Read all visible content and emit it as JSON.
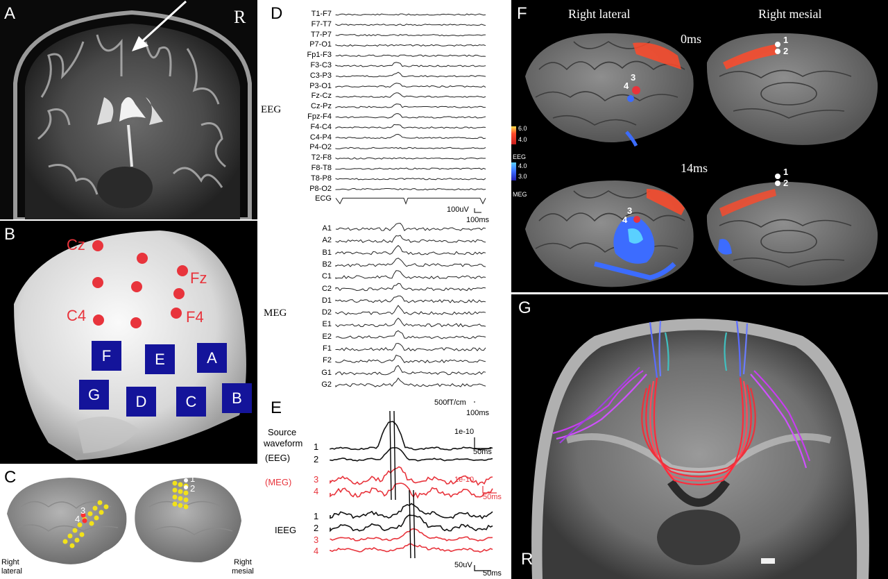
{
  "panels": {
    "A": {
      "label": "A",
      "side": "R"
    },
    "B": {
      "label": "B",
      "electrodes": [
        "Cz",
        "Fz",
        "C4",
        "F4"
      ],
      "meg_boxes": [
        "F",
        "E",
        "A",
        "G",
        "D",
        "C",
        "B"
      ]
    },
    "C": {
      "label": "C",
      "views": [
        "Right lateral",
        "Right mesial"
      ],
      "marks": [
        "3",
        "4",
        "1",
        "2"
      ]
    },
    "D": {
      "label": "D",
      "group_eeg": "EEG",
      "group_meg": "MEG",
      "eeg_channels": [
        "T1-F7",
        "F7-T7",
        "T7-P7",
        "P7-O1",
        "Fp1-F3",
        "F3-C3",
        "C3-P3",
        "P3-O1",
        "Fz-Cz",
        "Cz-Pz",
        "Fpz-F4",
        "F4-C4",
        "C4-P4",
        "P4-O2",
        "T2-F8",
        "F8-T8",
        "T8-P8",
        "P8-O2",
        "ECG"
      ],
      "meg_channels": [
        "A1",
        "A2",
        "B1",
        "B2",
        "C1",
        "C2",
        "D1",
        "D2",
        "E1",
        "E2",
        "F1",
        "F2",
        "G1",
        "G2"
      ],
      "eeg_scale_v": "100uV",
      "eeg_scale_t": "100ms",
      "meg_scale_v": "500fT/cm",
      "meg_scale_t": "100ms"
    },
    "E": {
      "label": "E",
      "source_title": "Source",
      "source_sub": "waveform",
      "eeg_tag": "(EEG)",
      "meg_tag": "(MEG)",
      "n1": "1",
      "n2": "2",
      "n3": "3",
      "n4": "4",
      "scale1_v": "1e-10",
      "scale1_t": "50ms",
      "scale2_v": "1e-10",
      "scale2_t": "50ms",
      "ieeg": "IEEG",
      "scale3_v": "50uV",
      "scale3_t": "50ms"
    },
    "F": {
      "label": "F",
      "col1": "Right lateral",
      "col2": "Right mesial",
      "t1": "0ms",
      "t2": "14ms",
      "cb_eeg_hi": "6.0",
      "cb_eeg_lo": "4.0",
      "cb_eeg": "EEG",
      "cb_meg_hi": "4.0",
      "cb_meg_lo": "3.0",
      "cb_meg": "MEG",
      "marks": [
        "1",
        "2",
        "3",
        "4"
      ]
    },
    "G": {
      "label": "G",
      "side": "R"
    }
  },
  "colors": {
    "eeg_red": "#e8343c",
    "meg_blue": "#2c3fd0",
    "tract_red": "#ff2a3a",
    "tract_violet": "#c83cf0",
    "box_blue": "#14149a"
  }
}
